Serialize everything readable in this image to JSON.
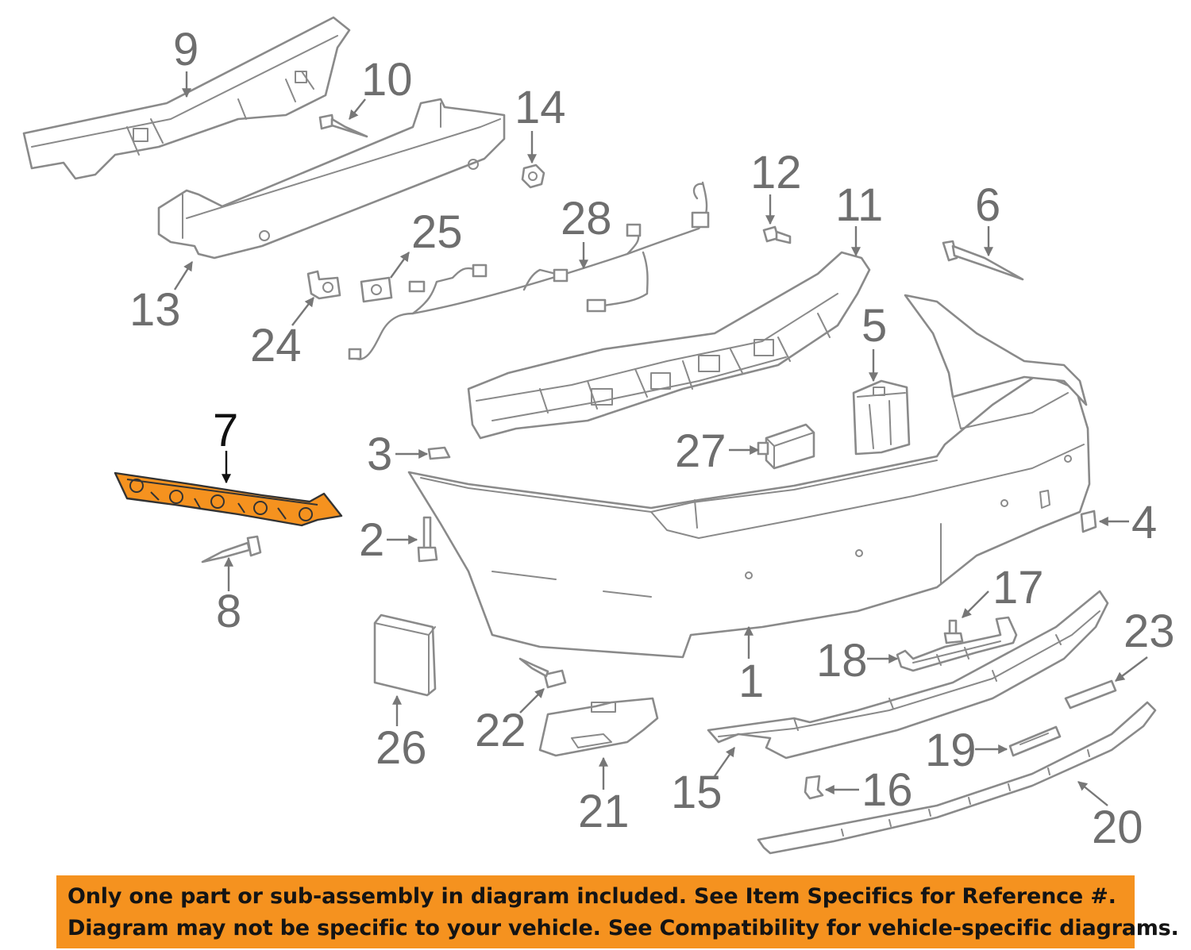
{
  "diagram": {
    "highlight_color": "#f5921f",
    "line_color": "#8a8a8a",
    "highlighted_callout": "7",
    "callouts": [
      "1",
      "2",
      "3",
      "4",
      "5",
      "6",
      "7",
      "8",
      "9",
      "10",
      "11",
      "12",
      "13",
      "14",
      "15",
      "16",
      "17",
      "18",
      "19",
      "20",
      "21",
      "22",
      "23",
      "24",
      "25",
      "26",
      "27",
      "28"
    ]
  },
  "notice": {
    "background": "#f5921f",
    "line1": "Only one part or sub-assembly in diagram included. See Item Specifics for Reference #.",
    "line2": "Diagram may not be specific to your vehicle. See Compatibility for vehicle-specific diagrams."
  }
}
